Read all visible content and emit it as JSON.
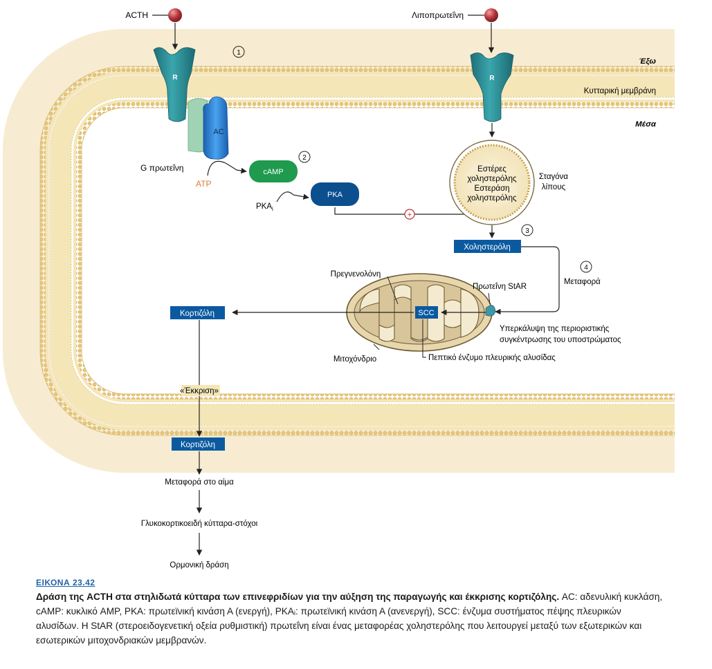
{
  "labels": {
    "acth": "ACTH",
    "lipoprotein": "Λιποπρωτεΐνη",
    "outside": "Έξω",
    "membrane": "Κυτταρική μεμβράνη",
    "inside": "Μέσα",
    "receptor": "R",
    "ac": "AC",
    "g_protein": "G πρωτεΐνη",
    "atp": "ATP",
    "camp": "cAMP",
    "pka": "PKA",
    "pkai_main": "PKA",
    "pkai_sub": "i",
    "plus": "+",
    "lipid_droplet_line1": "Σταγόνα",
    "lipid_droplet_line2": "λίπους",
    "esters_line1": "Εστέρες",
    "esters_line2": "χοληστερόλης",
    "esters_line3": "Εστεράση",
    "esters_line4": "χοληστερόλης",
    "cholesterol": "Χοληστερόλη",
    "transport": "Μεταφορά",
    "pregnenolone": "Πρεγνενολόνη",
    "star_protein": "Πρωτεΐνη StAR",
    "scc": "SCC",
    "overcoming_line1": "Υπερκάλυψη της περιοριστικής",
    "overcoming_line2": "συγκέντρωσης του υποστρώματος",
    "mitochondrion": "Μιτοχόνδριο",
    "side_chain_enzyme": "Πεπτικό ένζυμο πλευρικής αλυσίδας",
    "cortisol_top": "Κορτιζόλη",
    "secretion": "«Έκκριση»",
    "cortisol_bottom": "Κορτιζόλη",
    "blood_transport": "Μεταφορά στο αίμα",
    "target_cells": "Γλυκοκορτικοειδή κύτταρα-στόχοι",
    "hormonal_action": "Ορμονική δράση",
    "step1": "1",
    "step2": "2",
    "step3": "3",
    "step4": "4"
  },
  "caption": {
    "figure_label": "ΕΙΚΟΝΑ 23.42",
    "title": "Δράση της ACTH στα στηλιδωτά κύτταρα των επινεφριδίων για την αύξηση της παραγωγής και έκκρισης κορτιζόλης.",
    "body": " AC: αδενυλική κυκλάση, cAMP: κυκλικό AMP, PKA: πρωτεϊνική κινάση Α (ενεργή), PKAᵢ: πρωτεϊνική κινάση Α (ανενεργή), SCC: ένζυμα συστήματος πέψης πλευρικών αλυσίδων. Η StAR (στεροειδογενετική οξεία ρυθμιστική) πρωτεΐνη είναι ένας μεταφορέας χοληστερόλης που λειτουργεί μεταξύ των εξωτερικών και εσωτερικών μιτοχονδριακών μεμβρανών."
  },
  "colors": {
    "membrane_fill": "#f5e6b8",
    "lipid_head": "#e8c87a",
    "receptor": "#2a8f97",
    "ac_blue": "#2f86d6",
    "g_protein": "#9fd3b4",
    "camp_green": "#1f9a4e",
    "pka_blue": "#0b4f8f",
    "label_box": "#0b5aa0",
    "ligand_red": "#b5333b",
    "atp_orange": "#e07a2e",
    "plus_red": "#b5333b",
    "mito_fill": "#d9c59a",
    "mito_edge": "#6b5a35",
    "star_teal": "#3f97a8"
  }
}
